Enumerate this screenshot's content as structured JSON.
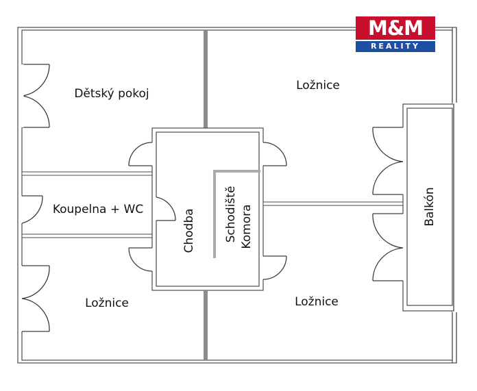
{
  "logo": {
    "brand": "M&M",
    "tagline": "REALITY",
    "brand_color": "#c8102e",
    "tagline_color": "#1f4fa3"
  },
  "rooms": {
    "detsky_pokoj": "Dětský pokoj",
    "loznice_top": "Ložnice",
    "koupelna": "Koupelna + WC",
    "chodba": "Chodba",
    "schodiste": "Schodiště",
    "komora": "Komora",
    "balkon": "Balkón",
    "loznice_bottom_left": "Ložnice",
    "loznice_bottom_right": "Ložnice"
  },
  "colors": {
    "wall_stroke": "#4a4a4a",
    "wall_fill": "#8c8c8c",
    "background": "#ffffff"
  }
}
